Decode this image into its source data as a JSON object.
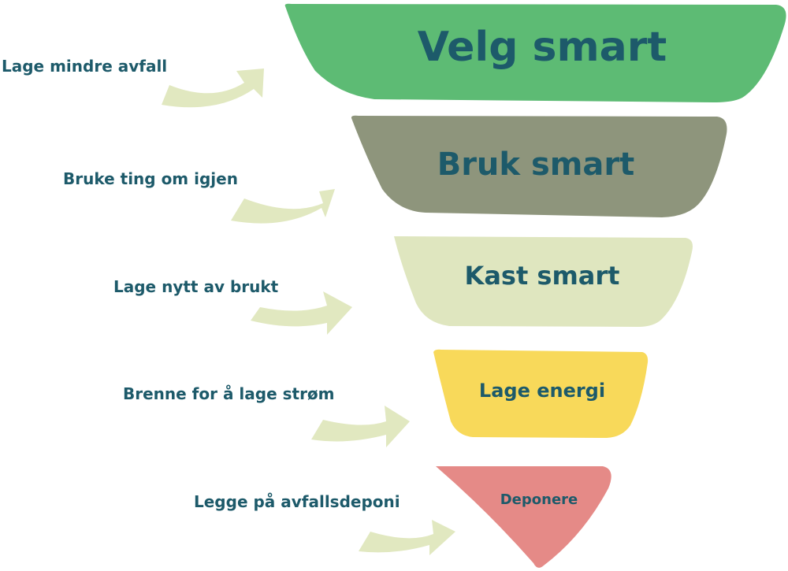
{
  "diagram": {
    "title": "Avfallspyramiden",
    "tiers": [
      {
        "label": "Velg smart",
        "action": "Lage mindre avfall",
        "color": "#5dbb74"
      },
      {
        "label": "Bruk smart",
        "action": "Bruke ting om igjen",
        "color": "#8e957c"
      },
      {
        "label": "Kast smart",
        "action": "Lage nytt av brukt",
        "color": "#dfe6bf"
      },
      {
        "label": "Lage energi",
        "action": "Brenne for å lage strøm",
        "color": "#f8d95a"
      },
      {
        "label": "Deponere",
        "action": "Legge på avfallsdeponi",
        "color": "#e58a87"
      }
    ],
    "arrow_color": "#e1e8c0",
    "text_color": "#1d5a6a"
  }
}
